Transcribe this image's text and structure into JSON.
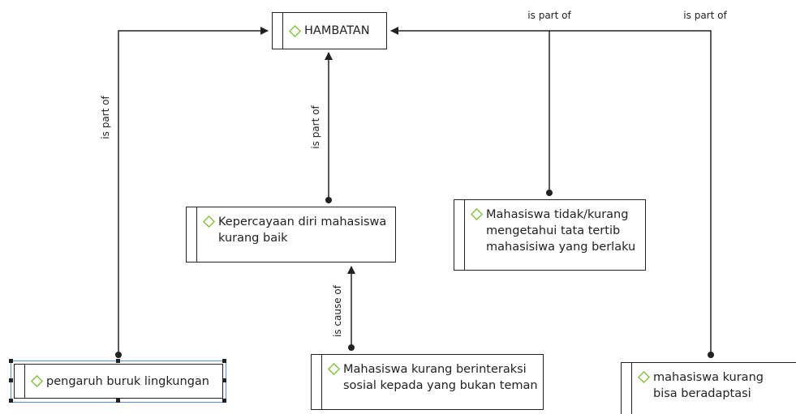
{
  "colors": {
    "line": "#222222",
    "diamond": "#8bc34a",
    "selection": "#5b8fd6"
  },
  "nodes": {
    "hambatan": "HAMBATAN",
    "kepercayaan": "Kepercayaan diri mahasiswa kurang baik",
    "tidak_tahu": "Mahasiswa tidak/kurang mengetahui tata tertib mahasisiwa yang berlaku",
    "pengaruh": "pengaruh buruk lingkungan",
    "berinteraksi": "Mahasiswa kurang berinteraksi sosial kepada yang bukan teman",
    "adaptasi": "mahasiswa kurang bisa beradaptasi"
  },
  "relations": {
    "pengaruh_to_hambatan": "is part of",
    "kepercayaan_to_hambatan": "is part of",
    "tidak_tahu_to_hambatan": "is part of",
    "adaptasi_to_hambatan": "is part of",
    "berinteraksi_to_kepercayaan": "is cause of"
  },
  "selected_node": "pengaruh buruk lingkungan"
}
